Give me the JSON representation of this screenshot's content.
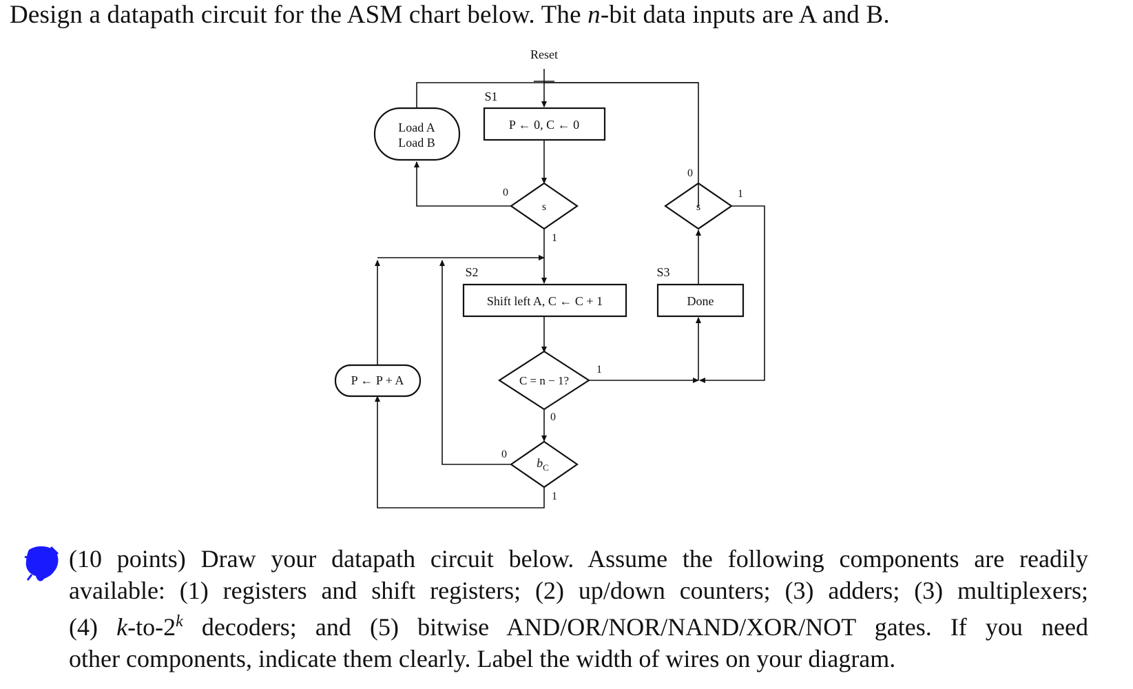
{
  "heading": {
    "prefix": "Design a datapath circuit for the ASM chart below. The ",
    "var": "n",
    "suffix": "-bit data inputs are A and B."
  },
  "asm_chart": {
    "reset_label": "Reset",
    "state_s1": "S1",
    "state_s2": "S2",
    "state_s3": "S3",
    "s1_action": "P ← 0, C ← 0",
    "load_a": "Load A",
    "load_b": "Load B",
    "decision_s1": "s",
    "decision_s3": "s",
    "s2_action": "Shift left A, C ← C + 1",
    "decision_count": "C = n − 1?",
    "decision_bit_b": "b",
    "decision_bit_sub": "C",
    "add_action": "P ← P + A",
    "done_label": "Done",
    "zero": "0",
    "one": "1"
  },
  "question": {
    "points": "(10 points)",
    "line1": "(10 points) Draw your datapath circuit below. Assume the following components are readily",
    "line2": "available: (1) registers and shift registers; (2) up/down counters; (3) adders; (3) multiplexers;",
    "line3_pre": "(4) ",
    "line3_k": "k",
    "line3_mid": "-to-2",
    "line3_sup": "k",
    "line3_post": " decoders; and (5) bitwise AND/OR/NOR/NAND/XOR/NOT gates. If you need",
    "line4": "other components, indicate them clearly. Label the width of wires on your diagram."
  },
  "colors": {
    "ink": "#111111",
    "scribble": "#1a1aff"
  }
}
